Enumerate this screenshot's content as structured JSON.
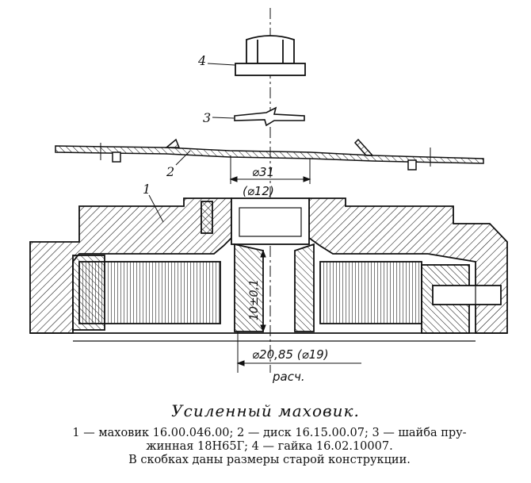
{
  "labels": {
    "part_1": "1",
    "part_2": "2",
    "part_3": "3",
    "part_4": "4"
  },
  "dimensions": {
    "hole_new": "⌀31",
    "hole_old": "(⌀12)",
    "height": "10±0,1",
    "bore": "⌀20,85 (⌀19)",
    "calc_note": "расч."
  },
  "caption": {
    "title": "Усиленный маховик.",
    "line1": "1 — маховик 16.00.046.00; 2 — диск 16.15.00.07; 3 — шайба пру-",
    "line2": "жинная 18Н65Г; 4 — гайка 16.02.10007.",
    "line3": "В скобках даны размеры старой конструкции."
  }
}
